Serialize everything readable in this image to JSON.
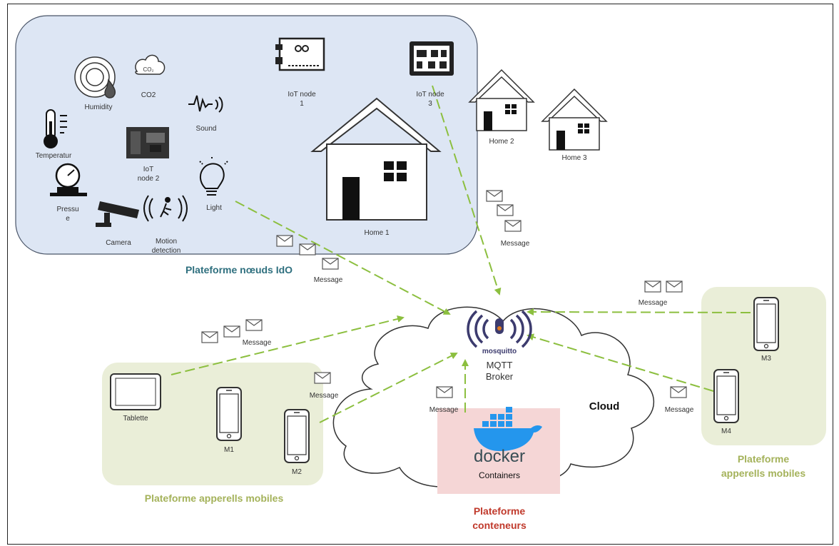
{
  "nodes": {
    "humidity": "Humidity",
    "co2": "CO2",
    "sound": "Sound",
    "temperature": "Temperatur",
    "iot_node_2": "IoT\nnode 2",
    "light": "Light",
    "pressure": "Pressu\ne",
    "camera": "Camera",
    "motion": "Motion\ndetection",
    "iot_node_1": "IoT node\n1",
    "iot_node_3": "IoT node\n3",
    "home_1": "Home 1",
    "home_2": "Home 2",
    "home_3": "Home 3",
    "tablette": "Tablette",
    "m1": "M1",
    "m2": "M2",
    "m3": "M3",
    "m4": "M4"
  },
  "messages": {
    "label": "Message"
  },
  "broker": {
    "logo_text": "mosquitto",
    "label": "MQTT\nBroker"
  },
  "cloud": {
    "label": "Cloud"
  },
  "docker": {
    "logo_text": "docker",
    "label": "Containers"
  },
  "platforms": {
    "iot": "Plateforme nœuds IdO",
    "mobile_left": "Plateforme apperells mobiles",
    "mobile_right": "Plateforme\napperells mobiles",
    "containers": "Plateforme\nconteneurs"
  },
  "colors": {
    "iot_bg": "#dde6f4",
    "iot_text": "#2e6f7e",
    "mobile_bg": "#eaeed8",
    "mobile_text": "#a4b25a",
    "docker_bg": "#f5d6d6",
    "docker_text": "#c0392b",
    "arrow": "#8cbf3f",
    "docker_blue": "#2496ed",
    "mosquitto_purple": "#3c3b6e",
    "mosquitto_orange": "#e07a1f"
  }
}
